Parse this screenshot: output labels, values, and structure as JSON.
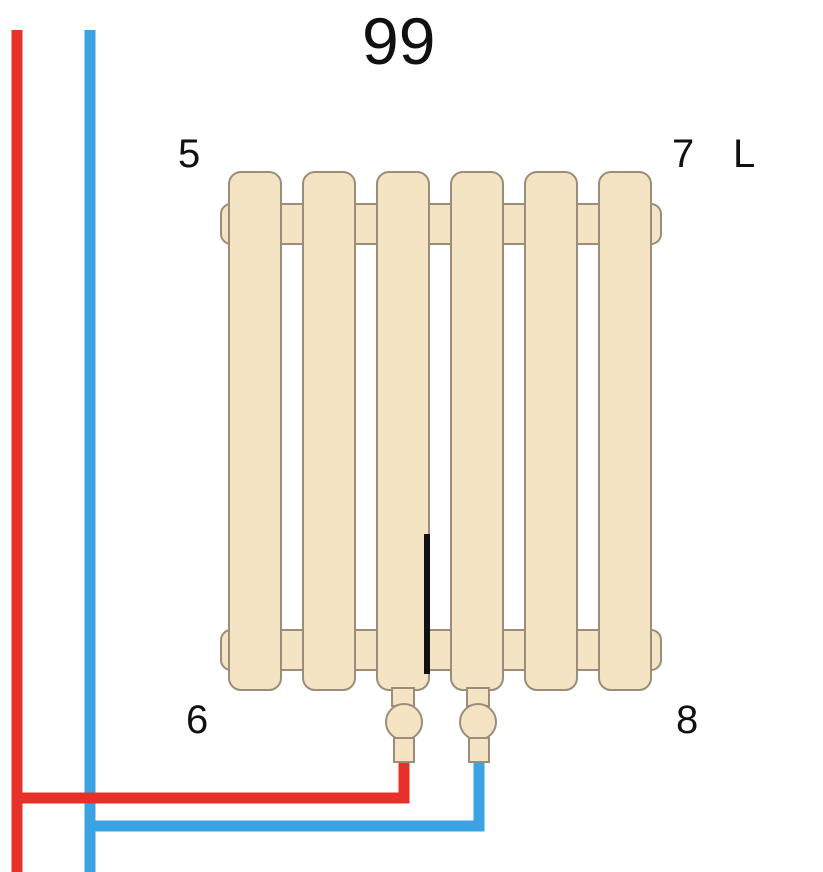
{
  "diagram": {
    "title": "99",
    "corner_labels": {
      "top_left": "5",
      "top_right": "7",
      "bottom_left": "6",
      "bottom_right": "8"
    },
    "side_label": "L",
    "radiator": {
      "column_count": 6,
      "fill_color": "#F4E4C4",
      "outline_color": "#9A8E7A"
    },
    "pipes": {
      "supply_color": "#E8302A",
      "return_color": "#3AA3E3"
    },
    "valve_bar_color": "#111111"
  }
}
